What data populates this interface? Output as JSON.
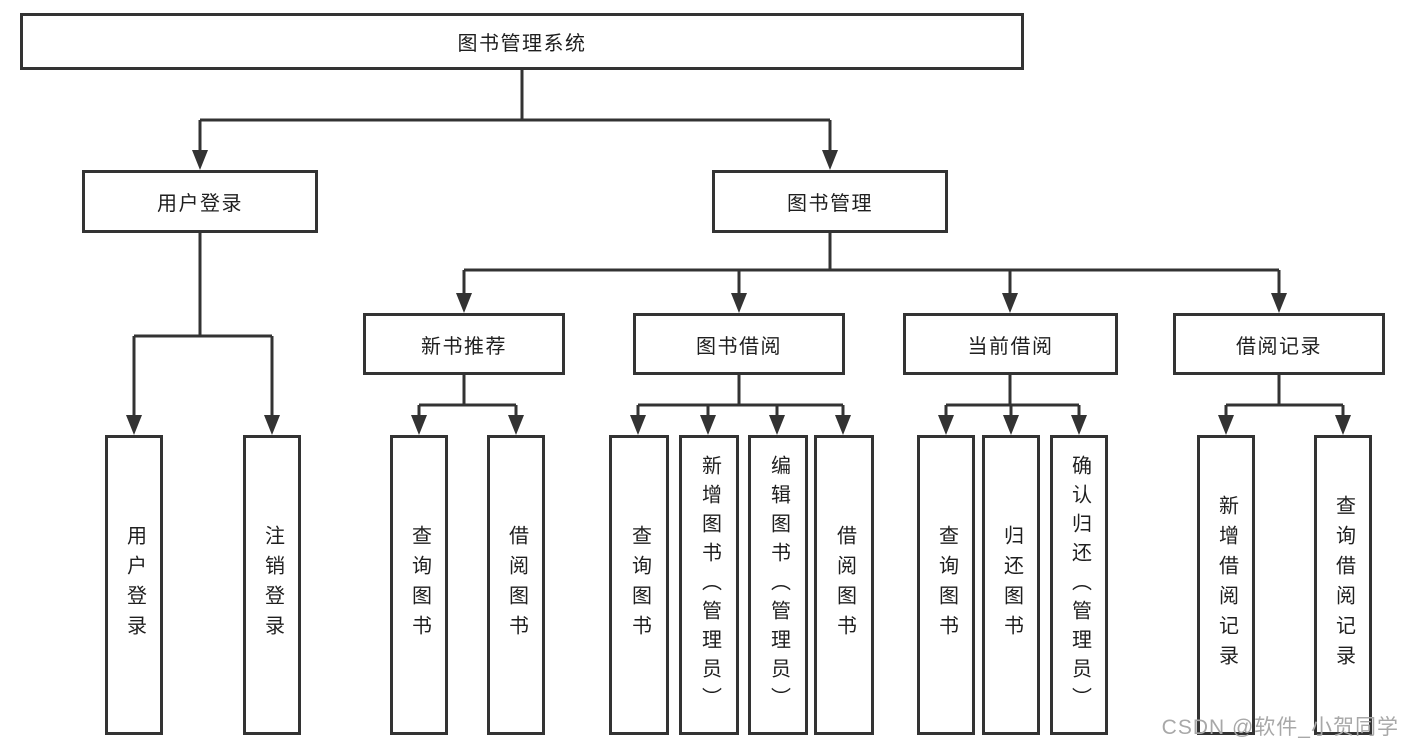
{
  "colors": {
    "background": "#ffffff",
    "line": "#333333",
    "box_border": "#333333",
    "box_fill": "#ffffff",
    "text": "#1f1f1f",
    "watermark": "#a8a8a8"
  },
  "watermark": {
    "text": "CSDN @软件_小贺同学"
  },
  "tree": {
    "label": "图书管理系统",
    "children": [
      {
        "label": "用户登录",
        "children": [
          {
            "label": "用户登录"
          },
          {
            "label": "注销登录"
          }
        ]
      },
      {
        "label": "图书管理",
        "children": [
          {
            "label": "新书推荐",
            "children": [
              {
                "label": "查询图书"
              },
              {
                "label": "借阅图书"
              }
            ]
          },
          {
            "label": "图书借阅",
            "children": [
              {
                "label": "查询图书"
              },
              {
                "label": "新增图书（管理员）"
              },
              {
                "label": "编辑图书（管理员）"
              },
              {
                "label": "借阅图书"
              }
            ]
          },
          {
            "label": "当前借阅",
            "children": [
              {
                "label": "查询图书"
              },
              {
                "label": "归还图书"
              },
              {
                "label": "确认归还（管理员）"
              }
            ]
          },
          {
            "label": "借阅记录",
            "children": [
              {
                "label": "新增借阅记录"
              },
              {
                "label": "查询借阅记录"
              }
            ]
          }
        ]
      }
    ]
  }
}
